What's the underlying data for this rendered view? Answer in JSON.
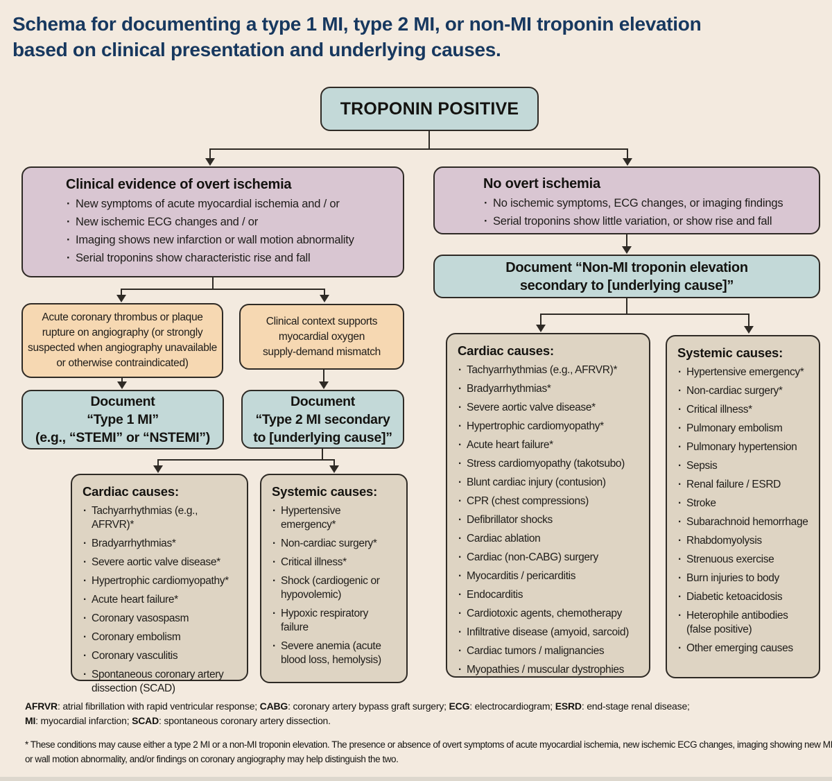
{
  "title": {
    "line1": "Schema for documenting a type 1 MI, type 2 MI, or non-MI troponin elevation",
    "line2": "based on clinical presentation and underlying causes."
  },
  "root": {
    "label": "TROPONIN POSITIVE"
  },
  "branch_left": {
    "clinical": {
      "heading": "Clinical evidence of overt ischemia",
      "items": [
        "New symptoms of acute myocardial ischemia and / or",
        "New ischemic ECG changes and / or",
        "Imaging shows new infarction or wall motion abnormality",
        "Serial troponins show characteristic rise and fall"
      ]
    },
    "thrombus": {
      "lines": [
        "Acute coronary thrombus or plaque",
        "rupture on angiography (or strongly",
        "suspected when angiography unavailable",
        "or otherwise contraindicated)"
      ]
    },
    "mismatch": {
      "lines": [
        "Clinical context supports",
        "myocardial oxygen",
        "supply-demand mismatch"
      ]
    },
    "doc_type1": {
      "lines": [
        "Document",
        "“Type 1 MI”",
        "(e.g., “STEMI” or “NSTEMI”)"
      ]
    },
    "doc_type2": {
      "lines": [
        "Document",
        "“Type 2 MI secondary",
        "to [underlying cause]”"
      ]
    },
    "cardiac": {
      "heading": "Cardiac causes:",
      "items": [
        "Tachyarrhythmias (e.g., AFRVR)*",
        "Bradyarrhythmias*",
        "Severe aortic valve disease*",
        "Hypertrophic cardiomyopathy*",
        "Acute heart failure*",
        "Coronary vasospasm",
        "Coronary embolism",
        "Coronary vasculitis",
        "Spontaneous coronary artery dissection (SCAD)"
      ]
    },
    "systemic": {
      "heading": "Systemic causes:",
      "items": [
        "Hypertensive emergency*",
        "Non-cardiac surgery*",
        "Critical illness*",
        "Shock (cardiogenic or hypovolemic)",
        "Hypoxic respiratory failure",
        "Severe anemia (acute blood loss, hemolysis)"
      ]
    }
  },
  "branch_right": {
    "no_ischemia": {
      "heading": "No overt ischemia",
      "items": [
        "No ischemic symptoms, ECG changes, or imaging findings",
        "Serial troponins show little variation, or show rise and fall"
      ]
    },
    "doc_nonmi": {
      "lines": [
        "Document “Non-MI troponin elevation",
        "secondary to [underlying cause]”"
      ]
    },
    "cardiac": {
      "heading": "Cardiac causes:",
      "items": [
        "Tachyarrhythmias (e.g., AFRVR)*",
        "Bradyarrhythmias*",
        "Severe aortic valve disease*",
        "Hypertrophic cardiomyopathy*",
        "Acute heart failure*",
        "Stress cardiomyopathy (takotsubo)",
        "Blunt cardiac injury (contusion)",
        "CPR (chest compressions)",
        "Defibrillator shocks",
        "Cardiac ablation",
        "Cardiac (non-CABG) surgery",
        "Myocarditis / pericarditis",
        "Endocarditis",
        "Cardiotoxic agents, chemotherapy",
        "Infiltrative disease (amyoid, sarcoid)",
        "Cardiac tumors / malignancies",
        "Myopathies / muscular dystrophies"
      ]
    },
    "systemic": {
      "heading": "Systemic causes:",
      "items": [
        "Hypertensive emergency*",
        "Non-cardiac surgery*",
        "Critical illness*",
        "Pulmonary embolism",
        "Pulmonary hypertension",
        "Sepsis",
        "Renal failure / ESRD",
        "Stroke",
        "Subarachnoid hemorrhage",
        "Rhabdomyolysis",
        "Strenuous exercise",
        "Burn injuries to body",
        "Diabetic ketoacidosis",
        "Heterophile antibodies (false positive)",
        "Other emerging causes"
      ]
    }
  },
  "footnotes": {
    "abbr_line1": [
      {
        "term": "AFRVR",
        "def": ": atrial fibrillation with rapid ventricular response; "
      },
      {
        "term": "CABG",
        "def": ": coronary artery bypass graft surgery; "
      },
      {
        "term": "ECG",
        "def": ": electrocardiogram; "
      },
      {
        "term": "ESRD",
        "def": ": end-stage renal disease;"
      }
    ],
    "abbr_line2": [
      {
        "term": "MI",
        "def": ": myocardial infarction; "
      },
      {
        "term": "SCAD",
        "def": ": spontaneous coronary artery dissection."
      }
    ],
    "asterisk_line1": "* These conditions may cause either a type 2 MI or a non-MI troponin elevation. The presence or absence of overt symptoms of acute myocardial ischemia, new ischemic ECG changes, imaging showing new MI",
    "asterisk_line2": "or wall motion abnormality, and/or findings on coronary angiography may help distinguish the two."
  },
  "colors": {
    "background": "#f3eadf",
    "title_text": "#17385f",
    "box_border": "#2e2a25",
    "troponin_and_document_fill": "#c3d9d8",
    "ischemia_fill": "#d9c6d2",
    "intermediate_fill": "#f6d8b2",
    "causes_fill": "#ded4c3",
    "body_text": "#1e1c19"
  }
}
